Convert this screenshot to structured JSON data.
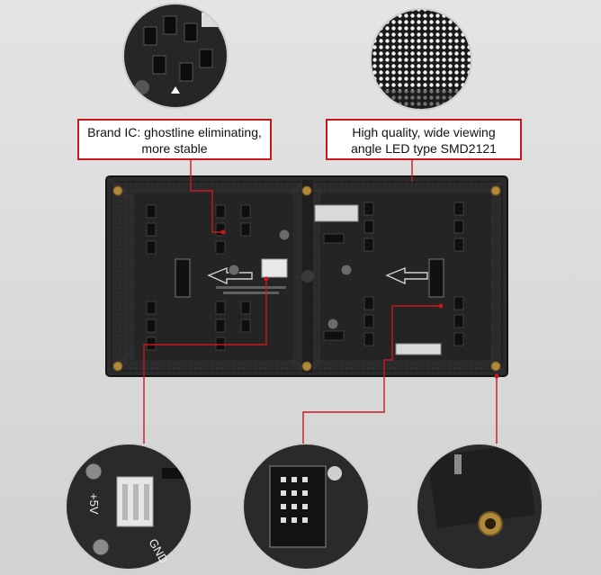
{
  "callouts": {
    "brand_ic": {
      "line1": "Brand IC: ghostline eliminating,",
      "line2": "more stable"
    },
    "led_type": {
      "line1": "High quality, wide viewing",
      "line2": "angle LED type SMD2121"
    }
  },
  "pcb_silkscreen": {
    "power": "+5V",
    "ground": "GND"
  },
  "colors": {
    "callout_border": "#c8181e",
    "pcb": "#2a2a2c",
    "led": "#f2f2f2"
  }
}
